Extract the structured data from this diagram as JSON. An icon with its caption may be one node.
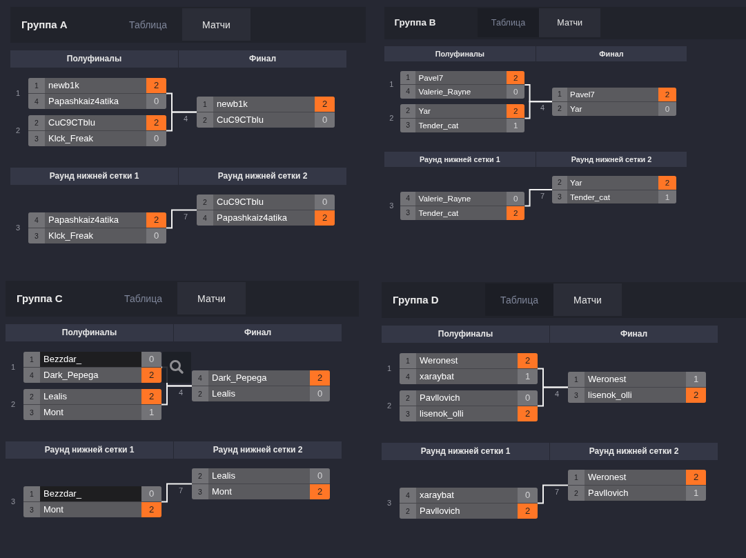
{
  "diagram": {
    "nodes": [
      {
        "text": [
          "Группа A"
        ]
      },
      {
        "text": [
          "Таблица"
        ],
        "in": 0
      },
      {
        "text": [
          "Матчи"
        ],
        "in": 0
      },
      {
        "text": [
          "Полуфиналы"
        ]
      },
      {
        "text": [
          "Финал"
        ]
      },
      {
        "text": [
          "1",
          "newb1k",
          "2",
          "4",
          "Papashkaiz4atika",
          "0"
        ],
        "beside": [
          "1"
        ]
      },
      {
        "text": [
          "2",
          "CuC9CTblu",
          "2",
          "3",
          "Klck_Freak",
          "0"
        ],
        "beside": [
          "2"
        ]
      },
      {
        "text": [
          "1",
          "newb1k",
          "2",
          "2",
          "CuC9CTblu",
          "0"
        ],
        "beside": [
          "4"
        ]
      },
      {
        "text": [
          "Раунд нижней сетки 1"
        ]
      },
      {
        "text": [
          "Раунд нижней сетки 2"
        ]
      },
      {
        "text": [
          "4",
          "Papashkaiz4atika",
          "2",
          "3",
          "Klck_Freak",
          "0"
        ],
        "beside": [
          "3"
        ]
      },
      {
        "text": [
          "2",
          "CuC9CTblu",
          "0",
          "4",
          "Papashkaiz4atika",
          "2"
        ],
        "beside": [
          "7"
        ]
      },
      {
        "text": [
          "Группа B"
        ]
      },
      {
        "text": [
          "Таблица"
        ],
        "in": 12
      },
      {
        "text": [
          "Матчи"
        ],
        "in": 12
      },
      {
        "text": [
          "Полуфиналы"
        ]
      },
      {
        "text": [
          "Финал"
        ]
      },
      {
        "text": [
          "1",
          "Pavel7",
          "2",
          "4",
          "Valerie_Rayne",
          "0"
        ],
        "beside": [
          "1"
        ]
      },
      {
        "text": [
          "2",
          "Yar",
          "2",
          "3",
          "Tender_cat",
          "1"
        ],
        "beside": [
          "2"
        ]
      },
      {
        "text": [
          "1",
          "Pavel7",
          "2",
          "2",
          "Yar",
          "0"
        ],
        "beside": [
          "4"
        ]
      },
      {
        "text": [
          "Раунд нижней сетки 1"
        ]
      },
      {
        "text": [
          "Раунд нижней сетки 2"
        ]
      },
      {
        "text": [
          "4",
          "Valerie_Rayne",
          "0",
          "3",
          "Tender_cat",
          "2"
        ],
        "beside": [
          "3"
        ]
      },
      {
        "text": [
          "2",
          "Yar",
          "2",
          "3",
          "Tender_cat",
          "1"
        ],
        "beside": [
          "7"
        ]
      },
      {
        "text": [
          "Группа C"
        ]
      },
      {
        "text": [
          "Таблица"
        ],
        "in": 24
      },
      {
        "text": [
          "Матчи"
        ],
        "in": 24
      },
      {
        "text": [
          "Полуфиналы"
        ]
      },
      {
        "text": [
          "Финал"
        ]
      },
      {
        "text": [
          "1",
          "Bezzdar_",
          "0",
          "4",
          "Dark_Pepega",
          "2"
        ],
        "beside": [
          "1"
        ]
      },
      {
        "text": [
          "2",
          "Lealis",
          "2",
          "3",
          "Mont",
          "1"
        ],
        "beside": [
          "2"
        ]
      },
      {
        "text": [
          "4",
          "Dark_Pepega",
          "2",
          "2",
          "Lealis",
          "0"
        ],
        "beside": [
          "4"
        ]
      },
      {
        "text": [
          "Раунд нижней сетки 1"
        ]
      },
      {
        "text": [
          "Раунд нижней сетки 2"
        ]
      },
      {
        "text": [
          "1",
          "Bezzdar_",
          "0",
          "3",
          "Mont",
          "2"
        ],
        "beside": [
          "3"
        ]
      },
      {
        "text": [
          "2",
          "Lealis",
          "0",
          "3",
          "Mont",
          "2"
        ],
        "beside": [
          "7"
        ]
      },
      {
        "text": [
          "Группа D"
        ]
      },
      {
        "text": [
          "Таблица"
        ],
        "in": 36
      },
      {
        "text": [
          "Матчи"
        ],
        "in": 36
      },
      {
        "text": [
          "Полуфиналы"
        ]
      },
      {
        "text": [
          "Финал"
        ]
      },
      {
        "text": [
          "1",
          "Weronest",
          "2",
          "4",
          "xaraybat",
          "1"
        ],
        "beside": [
          "1"
        ]
      },
      {
        "text": [
          "2",
          "Pavllovich",
          "0",
          "3",
          "lisenok_olli",
          "2"
        ],
        "beside": [
          "2"
        ]
      },
      {
        "text": [
          "1",
          "Weronest",
          "1",
          "3",
          "lisenok_olli",
          "2"
        ],
        "beside": [
          "4"
        ]
      },
      {
        "text": [
          "Раунд нижней сетки 1"
        ]
      },
      {
        "text": [
          "Раунд нижней сетки 2"
        ]
      },
      {
        "text": [
          "4",
          "xaraybat",
          "0",
          "2",
          "Pavllovich",
          "2"
        ],
        "beside": [
          "3"
        ]
      },
      {
        "text": [
          "1",
          "Weronest",
          "2",
          "2",
          "Pavllovich",
          "1"
        ],
        "beside": [
          "7"
        ]
      }
    ],
    "edges": [
      {
        "from": 5,
        "to": 7,
        "arrow": "none"
      },
      {
        "from": 6,
        "to": 7,
        "arrow": "none"
      },
      {
        "from": 10,
        "to": 11,
        "arrow": "none"
      },
      {
        "from": 17,
        "to": 19,
        "arrow": "none"
      },
      {
        "from": 18,
        "to": 19,
        "arrow": "none"
      },
      {
        "from": 22,
        "to": 23,
        "arrow": "none"
      },
      {
        "from": 29,
        "to": 31,
        "arrow": "none"
      },
      {
        "from": 30,
        "to": 31,
        "arrow": "none"
      },
      {
        "from": 34,
        "to": 35,
        "arrow": "none"
      },
      {
        "from": 41,
        "to": 43,
        "arrow": "none"
      },
      {
        "from": 42,
        "to": 43,
        "arrow": "none"
      },
      {
        "from": 46,
        "to": 47,
        "arrow": "none"
      }
    ]
  }
}
